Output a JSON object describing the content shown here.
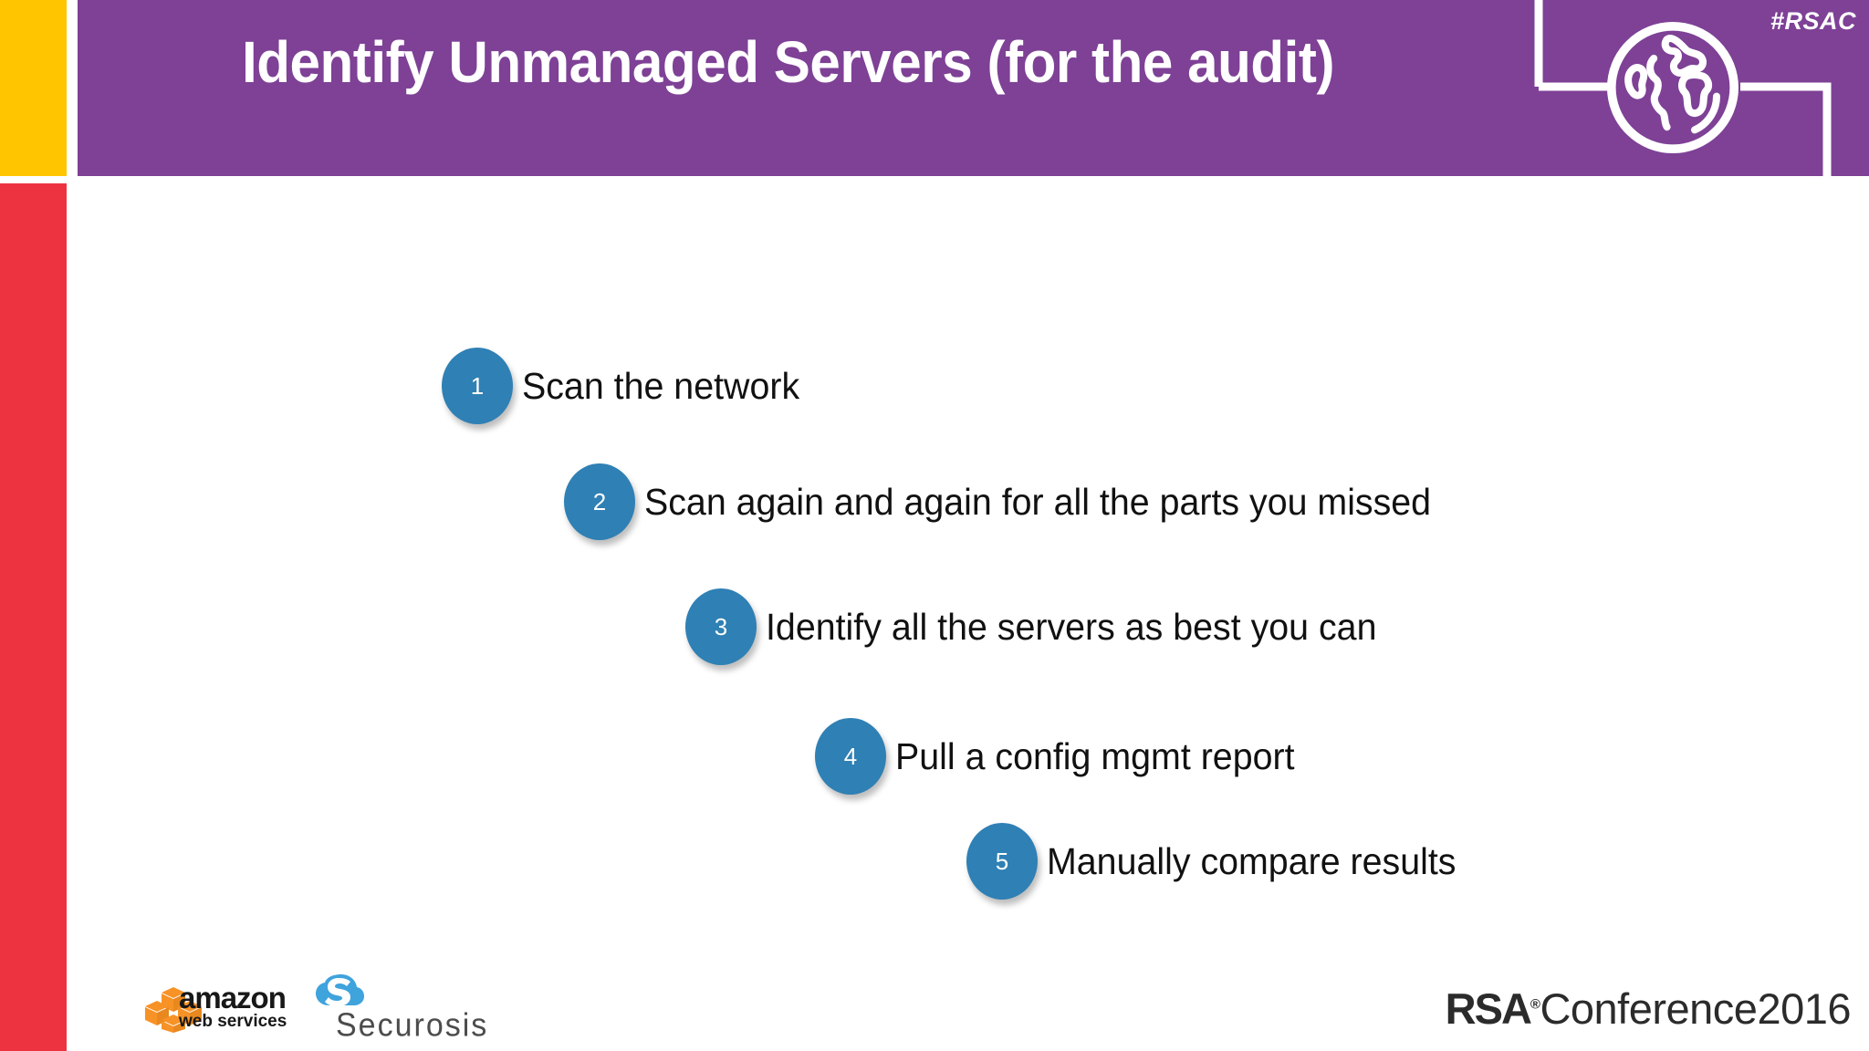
{
  "slide": {
    "title": "Identify Unmanaged Servers (for the audit)",
    "hashtag": "#RSAC",
    "colors": {
      "purple": "#7E4196",
      "yellow": "#FFC600",
      "red": "#EE3340",
      "bubble_blue": "#2F80B4",
      "body_text": "#111111",
      "background": "#FFFFFF"
    }
  },
  "steps": [
    {
      "number": "1",
      "label": "Scan the network"
    },
    {
      "number": "2",
      "label": "Scan again and again for all the parts you missed"
    },
    {
      "number": "3",
      "label": "Identify all the servers as best you can"
    },
    {
      "number": "4",
      "label": "Pull a config mgmt report"
    },
    {
      "number": "5",
      "label": "Manually compare results"
    }
  ],
  "footer": {
    "aws": {
      "word": "amazon",
      "sub": "web services"
    },
    "securosis": {
      "word": "Securosis"
    },
    "rsa": {
      "mark": "RSA",
      "registered": "®",
      "rest": "Conference2016"
    }
  },
  "icons": {
    "globe": "globe-icon",
    "aws_cubes": "aws-cubes-icon",
    "securosis_cloud": "securosis-cloud-icon"
  }
}
